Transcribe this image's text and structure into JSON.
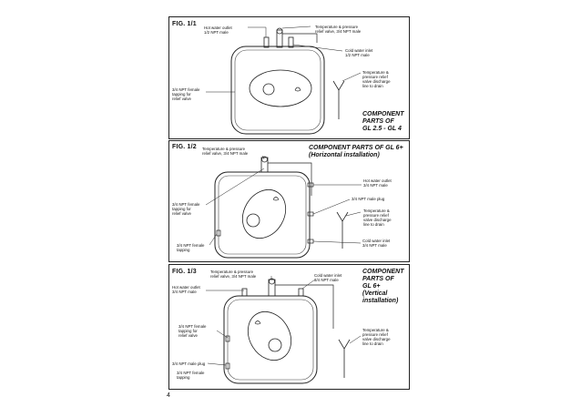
{
  "page_number": "4",
  "fig1": {
    "label": "FIG. 1/1",
    "hot_outlet": "Hot water outlet\n1/2 NPT male",
    "tp_valve": "Temperature & pressure\nrelief valve, 3/4 NPT male",
    "cold_inlet": "Cold water inlet\n1/2 NPT male",
    "tapping": "3/4 NPT female\ntapping for\nrelief valve",
    "discharge": "Temperature &\npressure relief\nvalve discharge\nline to drain",
    "title": "COMPONENT\nPARTS OF\nGL 2.5 - GL 4"
  },
  "fig2": {
    "label": "FIG. 1/2",
    "tp_valve": "Temperature & pressure\nrelief valve, 3/4 NPT male",
    "title": "COMPONENT PARTS OF GL 6+\n(Horizontal installation)",
    "hot_outlet": "Hot water outlet\n3/4 NPT male",
    "tapping_relief": "3/4 NPT female\ntapping for\nrelief valve",
    "male_plug": "3/4 NPT male plug",
    "discharge": "Temperature &\npressure relief\nvalve discharge\nline to drain",
    "female_tapping": "3/4 NPT female\ntapping",
    "cold_inlet": "Cold water inlet\n3/4 NPT male"
  },
  "fig3": {
    "label": "FIG. 1/3",
    "tp_valve": "Temperature & pressure\nrelief valve, 3/4 NPT male",
    "cold_inlet": "Cold water inlet\n3/4 NPT male",
    "title": "COMPONENT\nPARTS OF\nGL 6+\n(Vertical\ninstallation)",
    "hot_outlet": "Hot water outlet\n3/4 NPT male",
    "tapping_relief": "3/4 NPT female\ntapping for\nrelief valve",
    "discharge": "Temperature &\npressure relief\nvalve discharge\nline to drain",
    "male_plug": "3/4 NPT male plug",
    "female_tapping": "3/4 NPT female\ntapping"
  }
}
